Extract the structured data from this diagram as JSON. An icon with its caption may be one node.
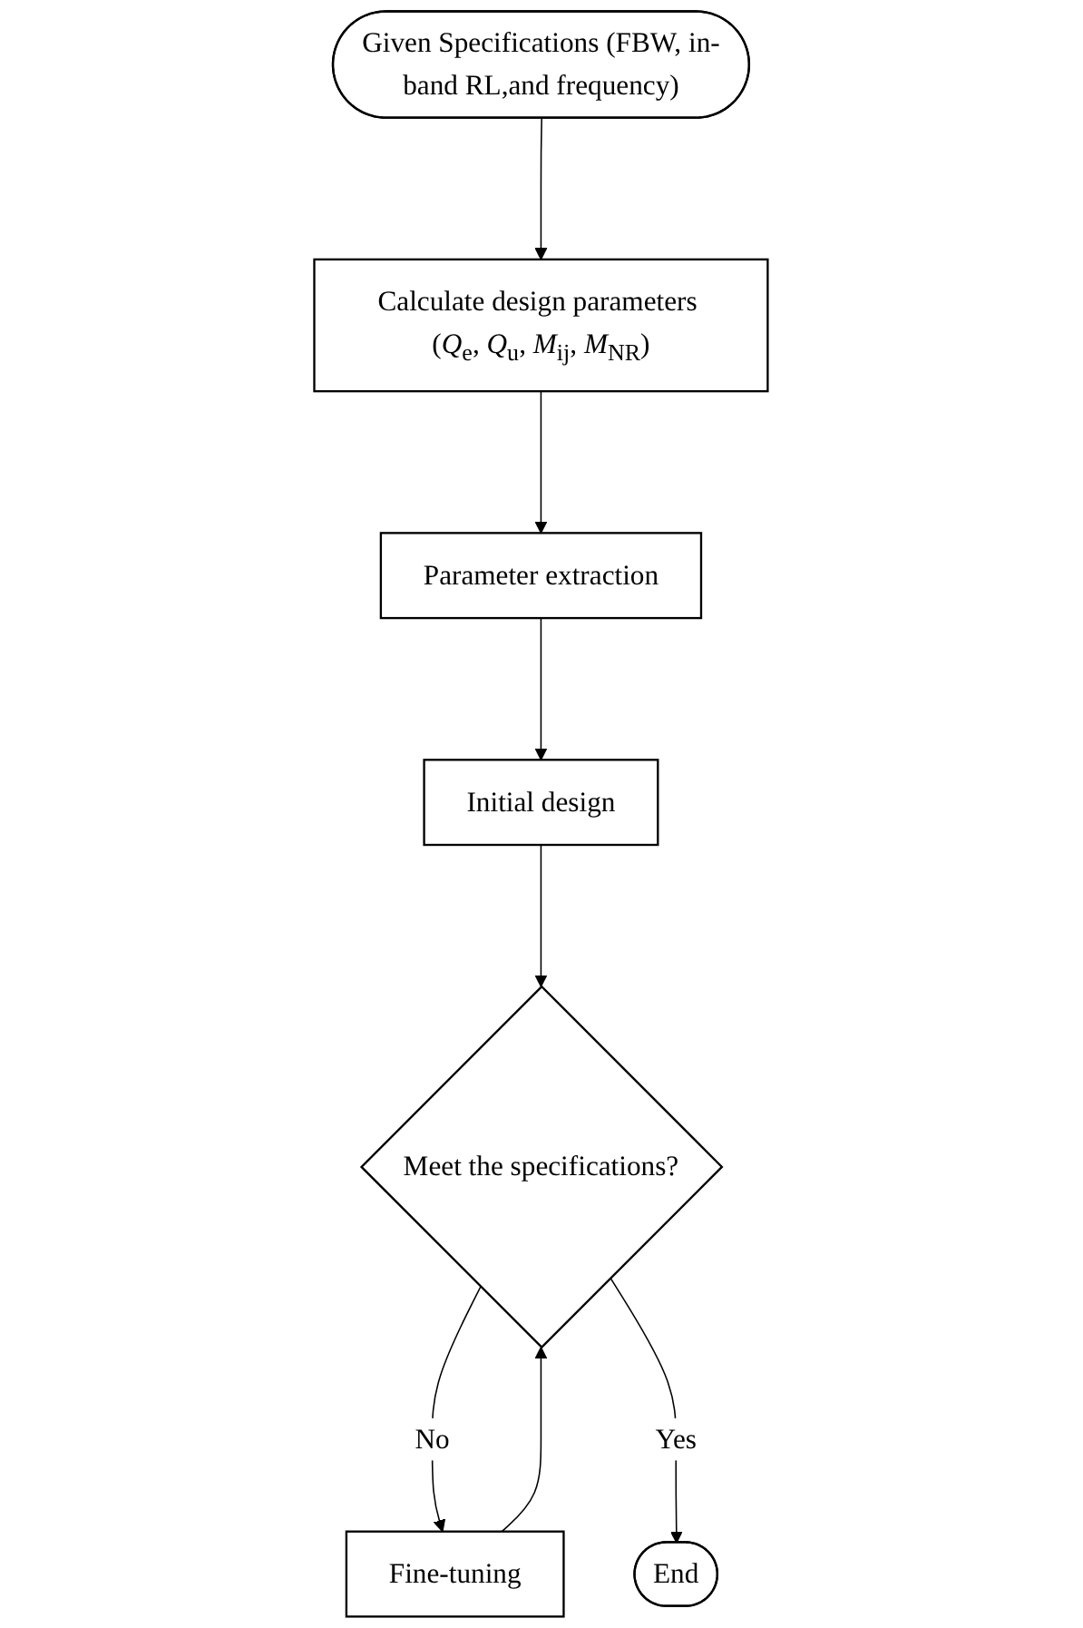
{
  "diagram": {
    "nodes": [
      {
        "text": [
          "Given Specifications (FBW, in-band RL,and frequency)"
        ]
      },
      {
        "text": [
          "Calculate design parameters (*Q*$_{e}$, *Q*$_{u}$, *M*$_{ij}$, *M*$_{NR}$)"
        ]
      },
      {
        "text": [
          "Parameter extraction"
        ]
      },
      {
        "text": [
          "Initial design"
        ]
      },
      {
        "text": [
          "Meet the specifications?"
        ]
      },
      {
        "text": [
          "Fine-tuning"
        ]
      },
      {
        "text": [
          "End"
        ]
      }
    ],
    "edges": [
      {
        "from": 0,
        "to": 1,
        "arrow": "to"
      },
      {
        "from": 1,
        "to": 2,
        "arrow": "to"
      },
      {
        "from": 2,
        "to": 3,
        "arrow": "to"
      },
      {
        "from": 3,
        "to": 4,
        "arrow": "to"
      },
      {
        "from": 4,
        "to": 5,
        "arrow": "to",
        "label": "No"
      },
      {
        "from": 5,
        "to": 4,
        "arrow": "to"
      },
      {
        "from": 4,
        "to": 6,
        "arrow": "to",
        "label": "Yes"
      }
    ]
  }
}
